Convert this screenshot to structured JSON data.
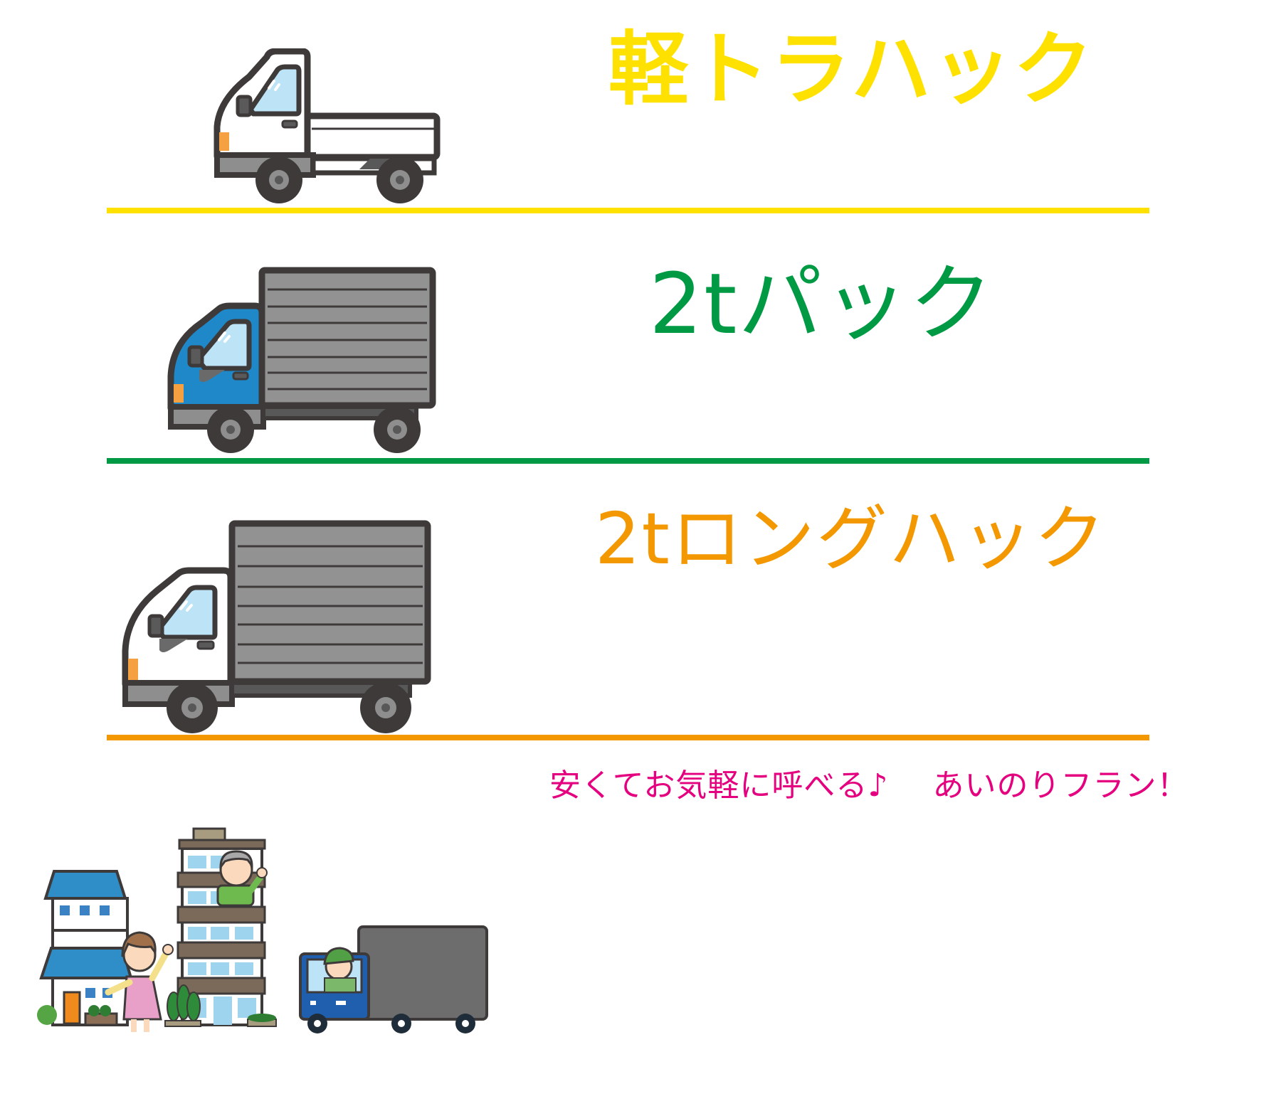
{
  "plans": [
    {
      "id": "kei-truck",
      "title": "軽トラハック",
      "color": "#ffe100",
      "vehicle": "kei-truck-white",
      "divider_color": "#ffe100"
    },
    {
      "id": "2t",
      "title": "2tパック",
      "color": "#009a44",
      "vehicle": "box-truck-blue-cab",
      "divider_color": "#009a44"
    },
    {
      "id": "2t-long",
      "title": "2tロングハック",
      "color": "#f39800",
      "vehicle": "box-truck-white-cab",
      "divider_color": "#f39800"
    }
  ],
  "tagline": {
    "part1": "安くてお気軽に呼べる♪",
    "part2": "あいのりフラン！",
    "color": "#e4007f"
  },
  "illustration": {
    "scene": "moving-scene",
    "elements": [
      "two-story-house",
      "woman-waving",
      "apartment-building",
      "elderly-man-waving",
      "delivery-truck-driver"
    ]
  },
  "colors": {
    "outline": "#3e3a39",
    "cargo_gray": "#929292",
    "cab_blue": "#1e88c8",
    "window_blue": "#bde3f7",
    "lamp_orange": "#f5a041",
    "bumper_gray": "#8e8e8e",
    "chassis_dark": "#585858"
  }
}
